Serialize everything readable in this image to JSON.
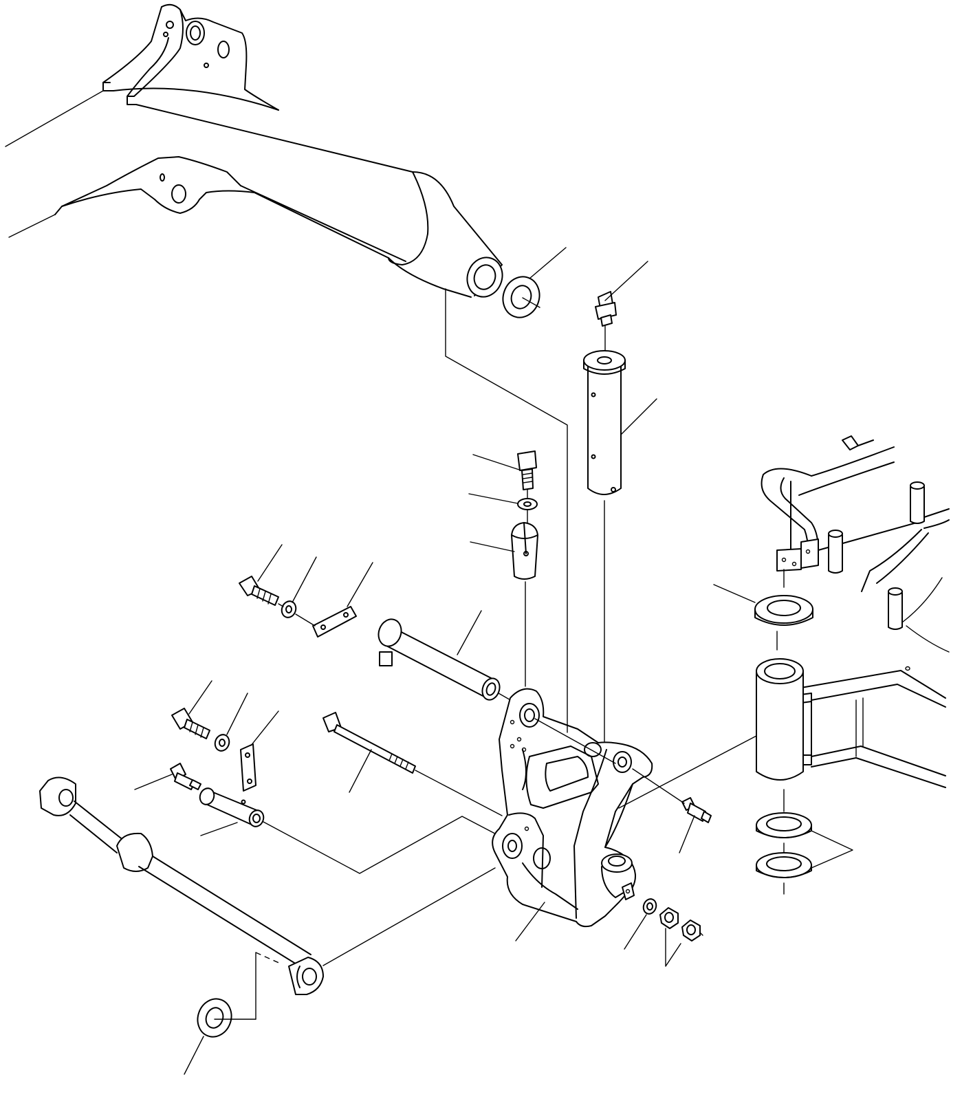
{
  "diagram": {
    "kind": "exploded-parts-view",
    "background_color": "#ffffff",
    "line_color": "#000000",
    "callout_count": 31,
    "parts": [
      "boom-arm",
      "boom-thrust-washer",
      "grease-fitting-top",
      "boom-foot-pin",
      "stopper-bolt",
      "stopper-washer",
      "stopper-block",
      "lock-bolt-upper",
      "lock-washer-upper",
      "lock-plate-upper",
      "swing-pin",
      "lock-bolt-lower",
      "lock-washer-lower",
      "lock-plate-lower",
      "long-bolt",
      "grease-fitting-left",
      "cylinder-pin",
      "boom-cylinder",
      "cylinder-washer",
      "swing-bracket",
      "grease-fitting-right",
      "bracket-washer",
      "bracket-nuts",
      "frame-thrust-ring",
      "frame-boss",
      "frame-shim-rings",
      "revolving-frame"
    ]
  }
}
